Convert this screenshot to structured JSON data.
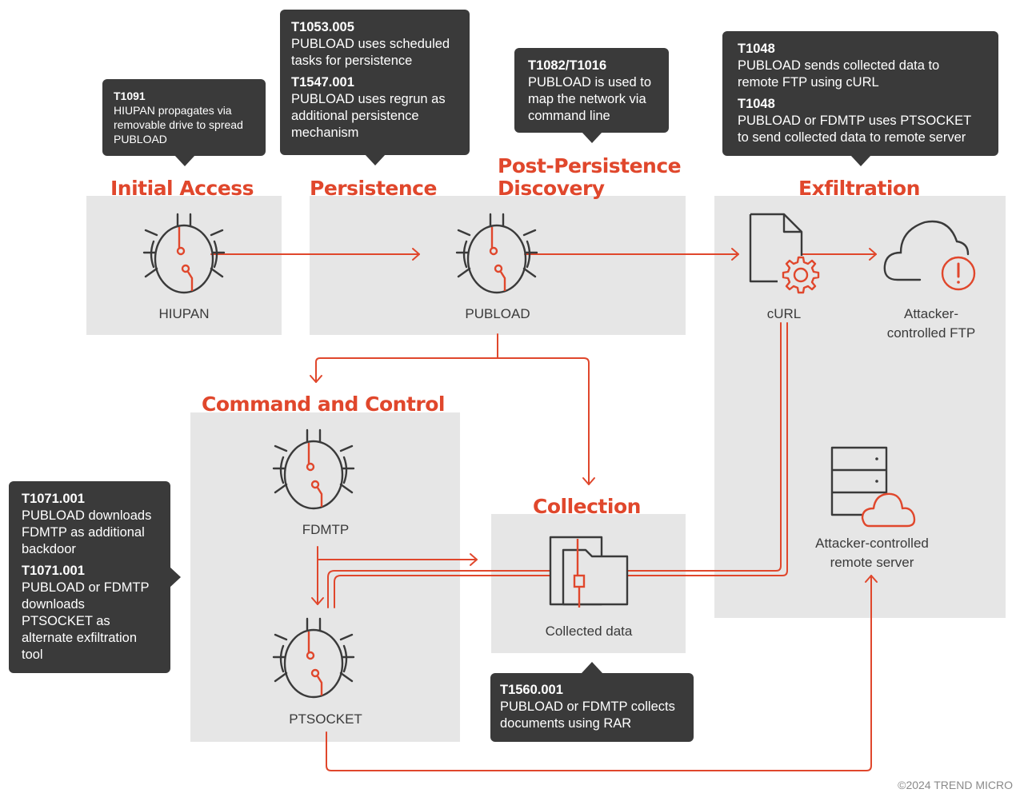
{
  "stages": {
    "initial_access": "Initial Access",
    "persistence": "Persistence",
    "post_persistence_line1": "Post-Persistence",
    "post_persistence_line2": "Discovery",
    "exfiltration": "Exfiltration",
    "command_control": "Command and Control",
    "collection": "Collection"
  },
  "nodes": {
    "hiupan": "HIUPAN",
    "pubload": "PUBLOAD",
    "curl": "cURL",
    "ftp_line1": "Attacker-",
    "ftp_line2": "controlled FTP",
    "fdmtp": "FDMTP",
    "ptsocket": "PTSOCKET",
    "collected": "Collected data",
    "server_line1": "Attacker-controlled",
    "server_line2": "remote server"
  },
  "callouts": {
    "initial": [
      {
        "id": "T1091",
        "text": "HIUPAN propagates via removable drive to spread PUBLOAD"
      }
    ],
    "persistence": [
      {
        "id": "T1053.005",
        "text": "PUBLOAD uses scheduled tasks for persistence"
      },
      {
        "id": "T1547.001",
        "text": "PUBLOAD uses regrun as additional persistence mechanism"
      }
    ],
    "discovery": [
      {
        "id": "T1082/T1016",
        "text": "PUBLOAD is used to map the network via command line"
      }
    ],
    "exfiltration": [
      {
        "id": "T1048",
        "text": "PUBLOAD sends collected data to remote FTP using cURL"
      },
      {
        "id": "T1048",
        "text": "PUBLOAD or FDMTP uses PTSOCKET to send collected data to remote server"
      }
    ],
    "c2": [
      {
        "id": "T1071.001",
        "text": "PUBLOAD downloads FDMTP as additional backdoor"
      },
      {
        "id": "T1071.001",
        "text": "PUBLOAD or FDMTP  downloads PTSOCKET as alternate exfiltration tool"
      }
    ],
    "collection": [
      {
        "id": "T1560.001",
        "text": "PUBLOAD or FDMTP collects documents using RAR"
      }
    ]
  },
  "copyright": "©2024 TREND MICRO",
  "colors": {
    "accent": "#e0472c",
    "panel": "#e6e6e6",
    "callout": "#3a3a3a",
    "icon": "#3a3a3a"
  }
}
